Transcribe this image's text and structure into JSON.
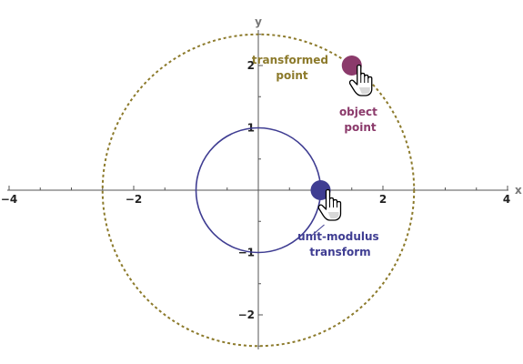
{
  "diagram": {
    "axes": {
      "x_label": "x",
      "y_label": "y",
      "x_range": [
        -4,
        4
      ],
      "y_range": [
        -2.5,
        2.5
      ],
      "x_tick_labels": [
        "-4",
        "-2",
        "2",
        "4"
      ],
      "x_tick_values": [
        -4,
        -2,
        2,
        4
      ],
      "y_tick_labels": [
        "2",
        "1",
        "-1",
        "-2"
      ],
      "y_tick_values": [
        2,
        1,
        -1,
        -2
      ],
      "minor_step": 0.5
    },
    "unit_circle": {
      "center": [
        0,
        0
      ],
      "radius": 1,
      "color": "#3f3d92"
    },
    "transformed_circle": {
      "center": [
        0,
        0
      ],
      "radius": 2.5,
      "color": "#8c7a2b",
      "style": "dotted"
    },
    "object_point": {
      "x": 1.5,
      "y": 2.0,
      "color": "#8b3a6b"
    },
    "transform_point": {
      "x": 1.0,
      "y": 0.0,
      "color": "#3f3d92"
    },
    "cursor_icon": "hand-pointer-icon",
    "labels": {
      "transformed": {
        "lines": [
          "transformed",
          "point"
        ],
        "color": "#8c7a2b"
      },
      "object": {
        "lines": [
          "object",
          "point"
        ],
        "color": "#8b3a6b"
      },
      "unit_modulus": {
        "lines": [
          "unit-modulus",
          "transform"
        ],
        "color": "#3f3d92"
      }
    }
  }
}
